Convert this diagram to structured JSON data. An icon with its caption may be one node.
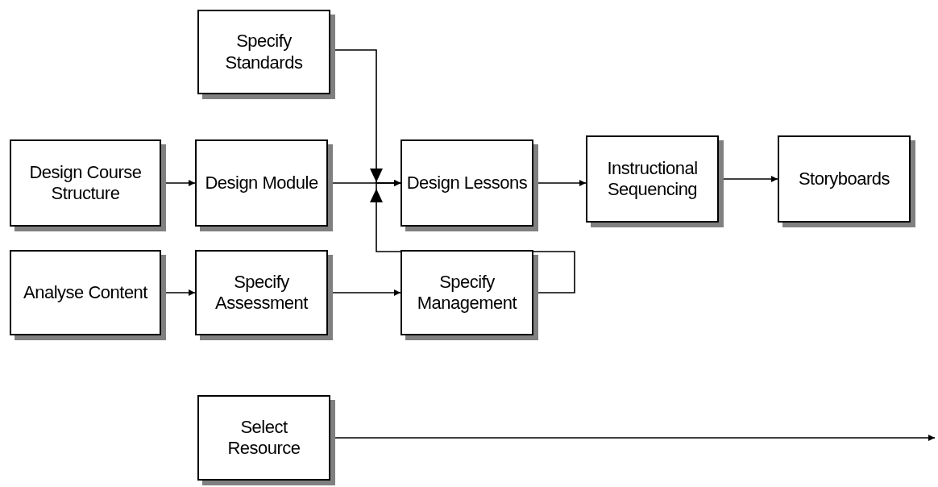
{
  "diagram": {
    "nodes": [
      {
        "text": [
          "Specify Standards"
        ]
      },
      {
        "text": [
          "Design Course Structure"
        ]
      },
      {
        "text": [
          "Design Module"
        ]
      },
      {
        "text": [
          "Design Lessons"
        ]
      },
      {
        "text": [
          "Instructional Sequencing"
        ]
      },
      {
        "text": [
          "Storyboards"
        ]
      },
      {
        "text": [
          "Analyse Content"
        ]
      },
      {
        "text": [
          "Specify Assessment"
        ]
      },
      {
        "text": [
          "Specify Management"
        ]
      },
      {
        "text": [
          "Select Resource"
        ]
      }
    ],
    "edges": [
      {
        "from": 1,
        "to": 2,
        "arrow": "to"
      },
      {
        "from": 2,
        "to": 3,
        "arrow": "to"
      },
      {
        "from": 0,
        "to": 3,
        "arrow": "to"
      },
      {
        "from": 8,
        "to": 3,
        "arrow": "to"
      },
      {
        "from": 3,
        "to": 4,
        "arrow": "to"
      },
      {
        "from": 4,
        "to": 5,
        "arrow": "to"
      },
      {
        "from": 6,
        "to": 7,
        "arrow": "to"
      },
      {
        "from": 7,
        "to": 8,
        "arrow": "to"
      },
      {
        "from": 9,
        "to": null,
        "arrow": "to"
      }
    ]
  }
}
